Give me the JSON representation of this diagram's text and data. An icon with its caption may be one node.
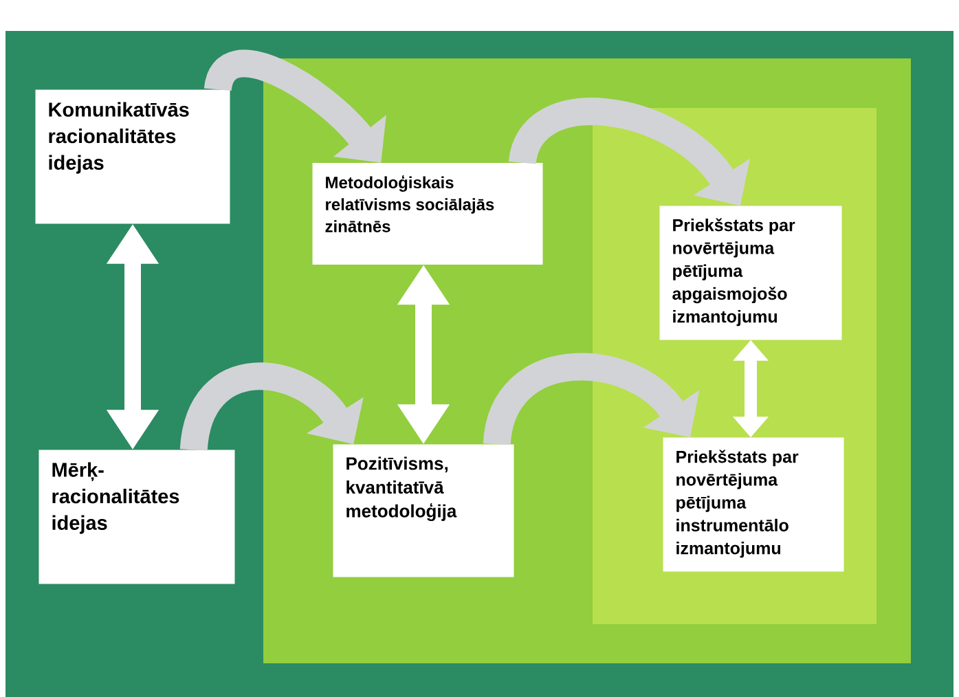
{
  "diagram": {
    "nodes": [
      {
        "text": [
          "Komunikatīvās racionalitātes idejas"
        ]
      },
      {
        "text": [
          "Metodoloģiskais relatīvisms sociālajās zinātnēs"
        ]
      },
      {
        "text": [
          "Priekšstats par novērtējuma pētījuma apgaismojošo izmantojumu"
        ]
      },
      {
        "text": [
          "Mērķ-racionalitātes idejas"
        ]
      },
      {
        "text": [
          "Pozitīvisms, kvantitatīvā metodoloģija"
        ]
      },
      {
        "text": [
          "Priekšstats par novērtējuma pētījuma instrumentālo izmantojumu"
        ]
      }
    ],
    "edges": [
      {
        "from": 0,
        "to": 3,
        "arrow": "both",
        "color": "#ffffff"
      },
      {
        "from": 0,
        "to": 1,
        "arrow": "to",
        "color": "#d2d3d6"
      },
      {
        "from": 1,
        "to": 4,
        "arrow": "both",
        "color": "#ffffff"
      },
      {
        "from": 1,
        "to": 2,
        "arrow": "to",
        "color": "#d2d3d6"
      },
      {
        "from": 3,
        "to": 4,
        "arrow": "to",
        "color": "#d2d3d6"
      },
      {
        "from": 4,
        "to": 5,
        "arrow": "to",
        "color": "#d2d3d6"
      },
      {
        "from": 2,
        "to": 5,
        "arrow": "both",
        "color": "#ffffff"
      }
    ]
  }
}
